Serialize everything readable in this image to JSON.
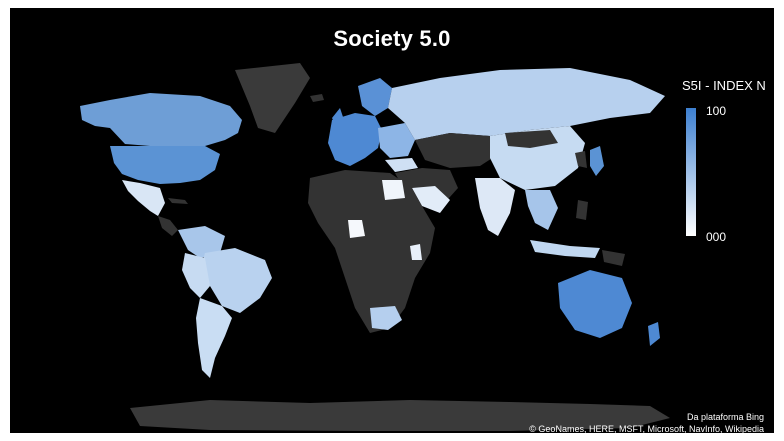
{
  "title": "Society 5.0",
  "legend": {
    "title": "S5I - INDEX N",
    "max_label": "100",
    "min_label": "000",
    "color_high": "#3d7fd0",
    "color_low": "#ffffff",
    "no_data_color": "#333333"
  },
  "credits": {
    "line1": "Da plataforma Bing",
    "line2": "© GeoNames, HERE, MSFT, Microsoft, NavInfo, Wikipedia"
  }
}
